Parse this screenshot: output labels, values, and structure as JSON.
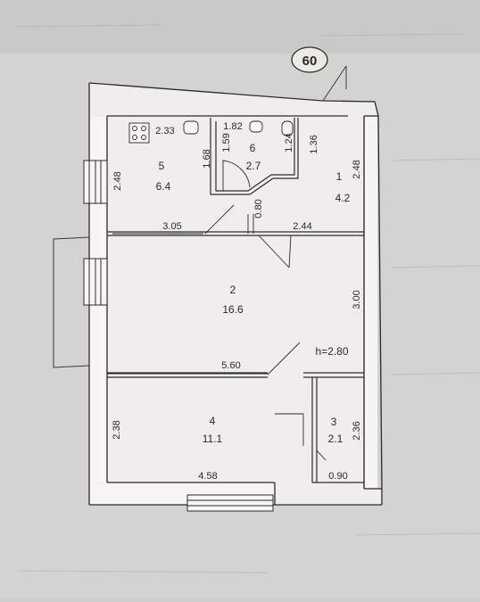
{
  "plan": {
    "badge": "60",
    "height": "h=2.80",
    "rooms": [
      {
        "number": "1",
        "area": "4.2"
      },
      {
        "number": "2",
        "area": "16.6"
      },
      {
        "number": "3",
        "area": "2.1"
      },
      {
        "number": "4",
        "area": "11.1"
      },
      {
        "number": "5",
        "area": "6.4"
      },
      {
        "number": "6",
        "area": "2.7"
      }
    ],
    "dims": {
      "d_233": "2.33",
      "d_182": "1.82",
      "d_168": "1.68",
      "d_159": "1.59",
      "d_124": "1.24",
      "d_136": "1.36",
      "d_248_left": "2.48",
      "d_248_right": "2.48",
      "d_080": "0.80",
      "d_305": "3.05",
      "d_244": "2.44",
      "d_300": "3.00",
      "d_560": "5.60",
      "d_238": "2.38",
      "d_236": "2.36",
      "d_458": "4.58",
      "d_090": "0.90"
    }
  }
}
